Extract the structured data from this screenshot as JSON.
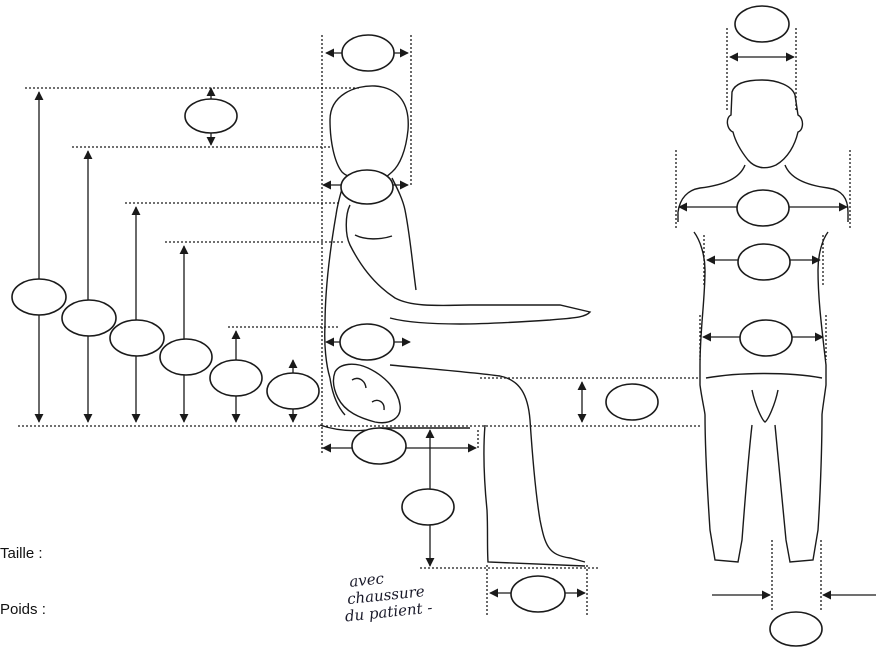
{
  "labels": {
    "height": "Taille :",
    "weight": "Poids :"
  },
  "handwritten_note": {
    "line1": "avec",
    "line2": "chaussure",
    "line3": "du patient -"
  },
  "colors": {
    "ink": "#1a1a1a",
    "paper": "#ffffff"
  }
}
